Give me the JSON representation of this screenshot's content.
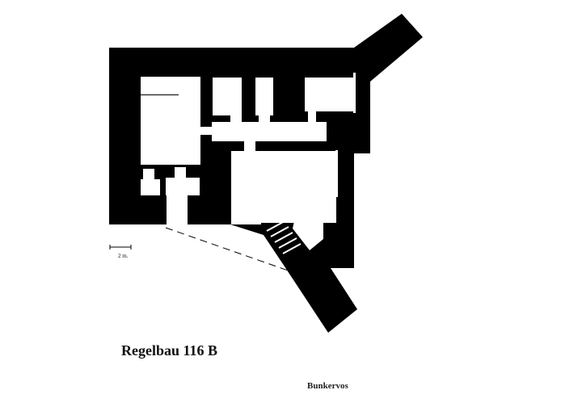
{
  "diagram": {
    "title": "Regelbau 116 B",
    "credit": "Bunkervos",
    "scale_label": "2 m.",
    "colors": {
      "wall": "#000000",
      "room": "#ffffff",
      "background": "#ffffff"
    }
  }
}
